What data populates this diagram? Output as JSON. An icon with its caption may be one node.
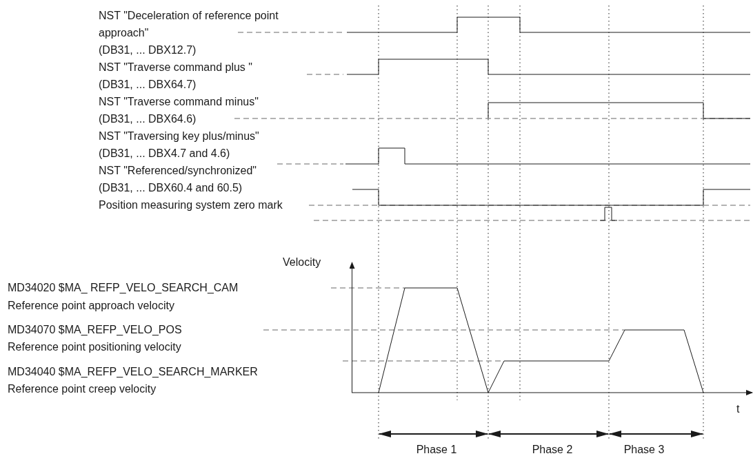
{
  "diagram": {
    "labels": [
      "NST \"Deceleration of reference point approach\"",
      "(DB31, ... DBX12.7)",
      "NST \"Traverse command plus \"",
      "(DB31, ... DBX64.7)",
      "NST \"Traverse command minus\"",
      "(DB31, ... DBX64.6)",
      "NST \"Traversing key plus/minus\"",
      "(DB31, ... DBX4.7 and 4.6)",
      "NST \"Referenced/synchronized\"",
      "(DB31, ... DBX60.4 and 60.5)",
      "Position measuring system zero mark",
      "Velocity",
      "MD34020 $MA_ REFP_VELO_SEARCH_CAM",
      "Reference point approach velocity",
      "MD34070 $MA_REFP_VELO_POS",
      "Reference point positioning velocity",
      "MD34040 $MA_REFP_VELO_SEARCH_MARKER",
      "Reference point creep velocity",
      "t",
      "Phase 1",
      "Phase 2",
      "Phase 3"
    ]
  }
}
